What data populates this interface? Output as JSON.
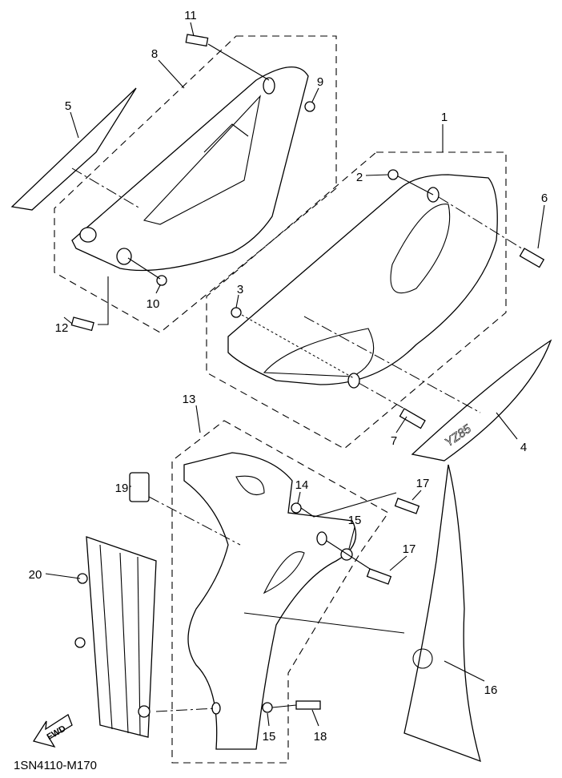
{
  "diagram_code": "1SN4110-M170",
  "fwd_arrow_label": "FWD",
  "decal_logo_text": "YZ85",
  "callouts": [
    "11",
    "8",
    "9",
    "5",
    "1",
    "2",
    "6",
    "10",
    "12",
    "3",
    "7",
    "4",
    "13",
    "19",
    "14",
    "17",
    "15",
    "17",
    "20",
    "16",
    "15",
    "18"
  ]
}
